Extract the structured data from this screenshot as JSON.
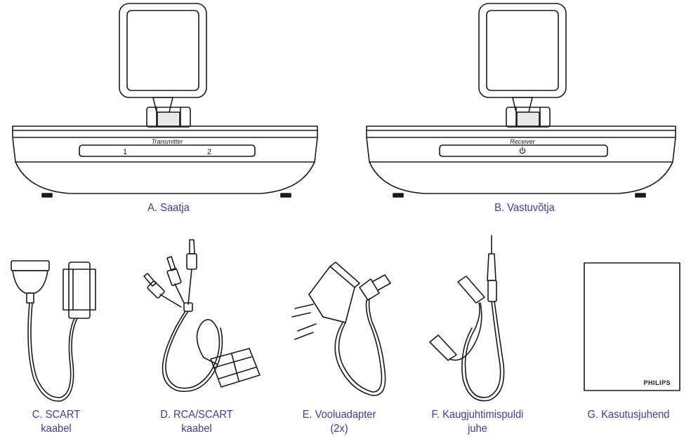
{
  "colors": {
    "caption": "#3d3d9e",
    "line": "#1a1a1a",
    "fill": "#ffffff"
  },
  "devices": {
    "transmitter": {
      "panel_label": "Transmitter",
      "button_1": "1",
      "button_2": "2",
      "caption": "A. Saatja"
    },
    "receiver": {
      "panel_label": "Receiver",
      "power_icon": "power-icon",
      "caption": "B. Vastuvõtja"
    }
  },
  "accessories": {
    "scart": {
      "line1": "C. SCART",
      "line2": "kaabel"
    },
    "rca_scart": {
      "line1": "D. RCA/SCART",
      "line2": "kaabel"
    },
    "adapter": {
      "line1": "E. Vooluadapter",
      "line2": "(2x)"
    },
    "remote_cable": {
      "line1": "F. Kaugjuhtimispuldi",
      "line2": "juhe"
    },
    "manual": {
      "brand": "PHILIPS",
      "line1": "G. Kasutusjuhend"
    }
  }
}
